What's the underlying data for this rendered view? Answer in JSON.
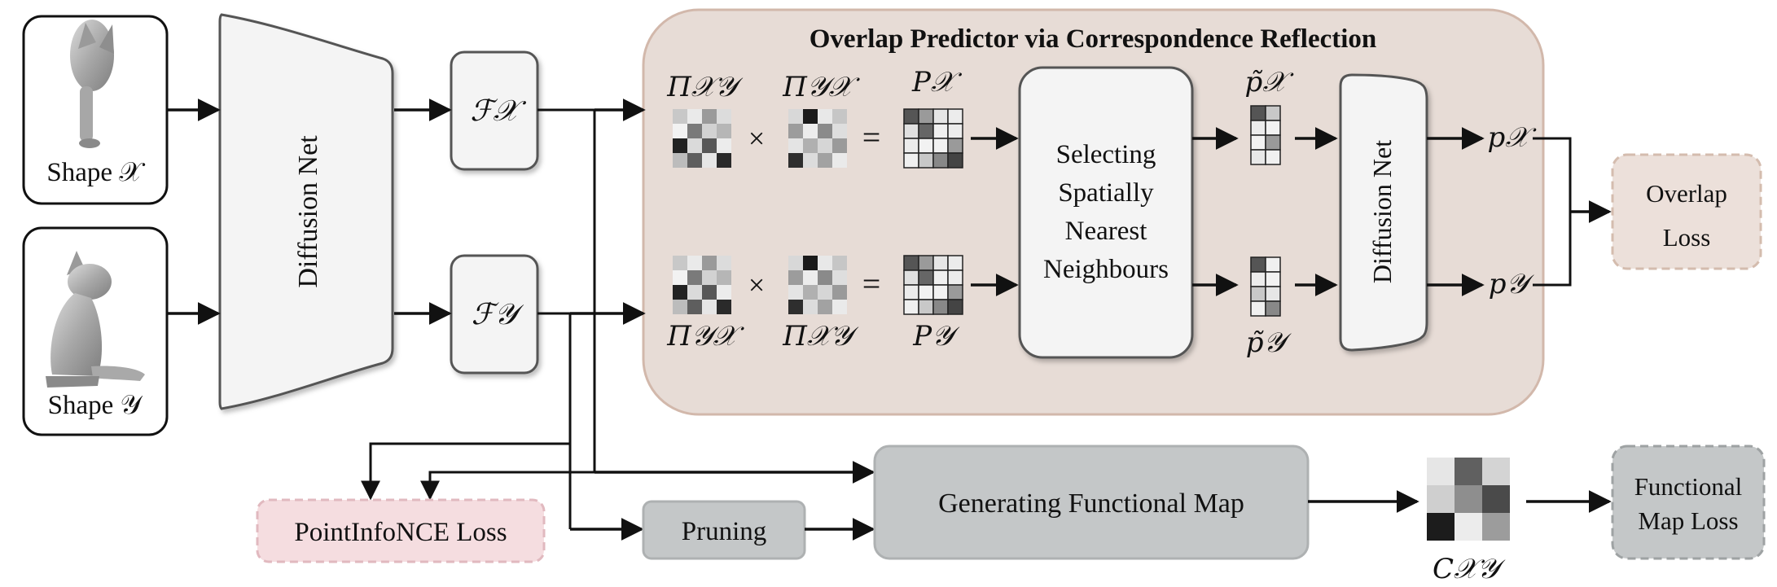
{
  "title": "Overlap Predictor via Correspondence Reflection",
  "shapes": {
    "shape_x_label": "Shape 𝒳",
    "shape_y_label": "Shape 𝒴"
  },
  "encoder": {
    "label": "Diffusion Net"
  },
  "features": {
    "fx": "ℱ𝒳",
    "fy": "ℱ𝒴"
  },
  "overlap_predictor": {
    "pi_xy": "Π𝒳𝒴",
    "pi_yx": "Π𝒴𝒳",
    "times": "×",
    "equals": "=",
    "p_x_matrix": "P𝒳",
    "p_y_matrix": "P𝒴",
    "selector_lines": [
      "Selecting",
      "Spatially",
      "Nearest",
      "Neighbours"
    ],
    "p_tilde_x": "p̃𝒳",
    "p_tilde_y": "p̃𝒴",
    "diffusion_net": "Diffusion Net",
    "p_x_out": "p𝒳",
    "p_y_out": "p𝒴"
  },
  "losses": {
    "overlap_lines": [
      "Overlap",
      "Loss"
    ],
    "pointinfonce": "PointInfoNCE Loss",
    "functional_map_lines": [
      "Functional",
      "Map Loss"
    ]
  },
  "bottom": {
    "pruning": "Pruning",
    "generating": "Generating Functional Map",
    "c_xy": "C𝒳𝒴"
  },
  "colors": {
    "panel_fill": "#e7dcd6",
    "panel_stroke": "#d2b8ab",
    "box_fill": "#f4f4f4",
    "box_stroke": "#555555",
    "gray_box": "#c4c7c8",
    "pink_box": "#f5dde0",
    "pink_stroke": "#e1b9bf",
    "overlap_loss_fill": "#ece0da",
    "overlap_loss_stroke": "#d4bcae"
  }
}
